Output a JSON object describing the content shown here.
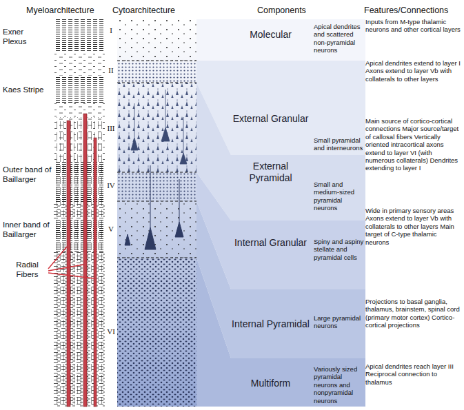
{
  "diagram": {
    "nodes": [
      {
        "text": [
          "Molecular",
          "Apical dendrites and scattered non-pyramidal neurons"
        ]
      },
      {
        "text": [
          "External Granular",
          "Small pyramidal and interneurons"
        ]
      },
      {
        "text": [
          "External Pyramidal",
          "Small and medium-sized pyramidal neurons"
        ]
      },
      {
        "text": [
          "Internal Granular",
          "Spiny and aspiny stellate and pyramidal cells"
        ]
      },
      {
        "text": [
          "Internal Pyramidal",
          "Large pyramidal neurons"
        ]
      },
      {
        "text": [
          "Multiform",
          "Variously sized pyramidal neurons and nonpyramidal neurons"
        ]
      }
    ],
    "labels": [
      "Myeloarchitecture",
      "Cytoarchitecture",
      "Components",
      "Features/Connections",
      "Exner Plexus",
      "I",
      "Inputs from M-type thalamic neurons and other cortical layers",
      "II",
      "Apical dendrites extend to layer I Axons extend to layer Vb with collaterals to other layers",
      "Kaes Stripe",
      "III",
      "Main source of cortico-cortical connections Major source/target of callosal fibers Vertically oriented intracortical axons extend to layer VI (with numerous collaterals) Dendrites extending to layer I",
      "Outer band of Baillarger",
      "IV",
      "Wide in primary sensory areas Axons extend to layer Vb with collaterals to other layers Main target of C-type thalamic neurons",
      "Inner band of Baillarger",
      "V",
      "Radial Fibers",
      "Projections to basal ganglia, thalamus, brainstem, spinal cord (primary motor cortex) Cortico-cortical projections",
      "VI",
      "Apical dendrites reach layer III Reciprocal connection to thalamus"
    ]
  }
}
